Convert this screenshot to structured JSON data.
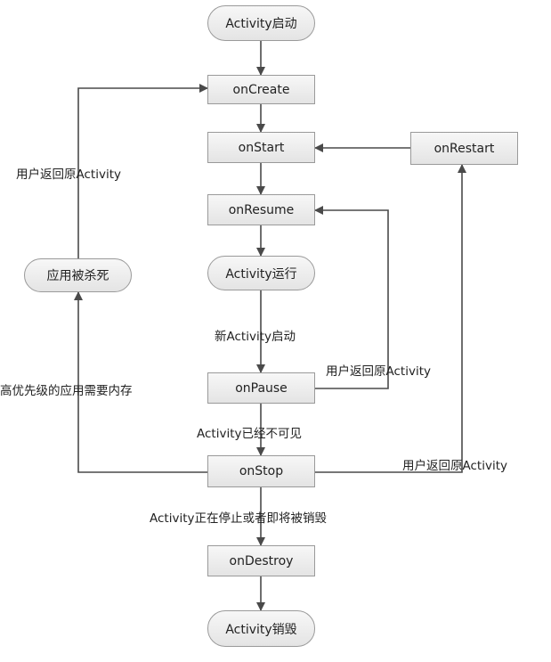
{
  "nodes": {
    "activity_start": "Activity启动",
    "on_create": "onCreate",
    "on_start": "onStart",
    "on_restart": "onRestart",
    "on_resume": "onResume",
    "activity_running": "Activity运行",
    "app_killed": "应用被杀死",
    "on_pause": "onPause",
    "on_stop": "onStop",
    "on_destroy": "onDestroy",
    "activity_destroyed": "Activity销毁"
  },
  "edge_labels": {
    "user_return_left": "用户返回原Activity",
    "new_activity_start": "新Activity启动",
    "user_return_pause": "用户返回原Activity",
    "higher_priority_memory": "高优先级的应用需要内存",
    "activity_invisible": "Activity已经不可见",
    "user_return_stop": "用户返回原Activity",
    "stopping_or_destroyed": "Activity正在停止或者即将被销毁"
  }
}
